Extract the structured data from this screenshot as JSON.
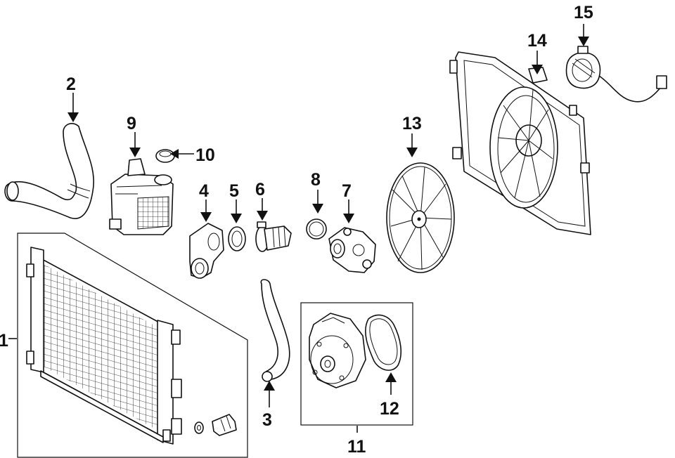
{
  "callouts": [
    {
      "id": "1",
      "label": "1"
    },
    {
      "id": "2",
      "label": "2"
    },
    {
      "id": "3",
      "label": "3"
    },
    {
      "id": "4",
      "label": "4"
    },
    {
      "id": "5",
      "label": "5"
    },
    {
      "id": "6",
      "label": "6"
    },
    {
      "id": "7",
      "label": "7"
    },
    {
      "id": "8",
      "label": "8"
    },
    {
      "id": "9",
      "label": "9"
    },
    {
      "id": "10",
      "label": "10"
    },
    {
      "id": "11",
      "label": "11"
    },
    {
      "id": "12",
      "label": "12"
    },
    {
      "id": "13",
      "label": "13"
    },
    {
      "id": "14",
      "label": "14"
    },
    {
      "id": "15",
      "label": "15"
    }
  ],
  "colors": {
    "ink": "#111111",
    "paper": "#ffffff"
  }
}
